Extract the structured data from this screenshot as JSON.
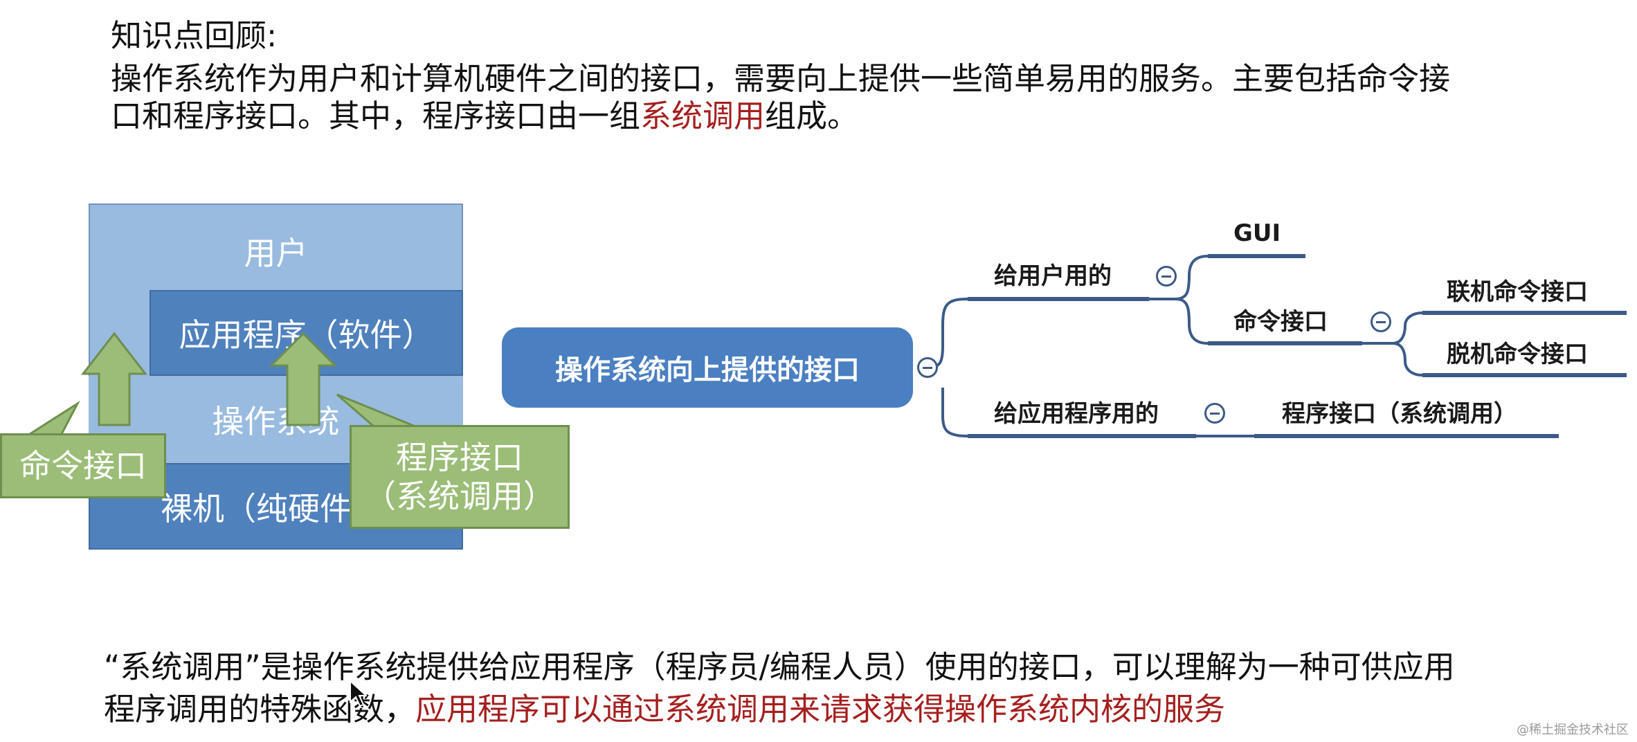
{
  "review": {
    "heading": "知识点回顾:",
    "para_line1": "操作系统作为用户和计算机硬件之间的接口，需要向上提供一些简单易用的服务。主要包括命令接",
    "para_line2_prefix": "口和程序接口。其中，程序接口由一组",
    "para_line2_highlight": "系统调用",
    "para_line2_suffix": "组成。"
  },
  "layers": {
    "user": "用户",
    "app": "应用程序（软件）",
    "os": "操作系统",
    "hardware": "裸机（纯硬件）",
    "command_callout": "命令接口",
    "program_callout_line1": "程序接口",
    "program_callout_line2": "（系统调用）"
  },
  "mindmap": {
    "root": "操作系统向上提供的接口",
    "branch_user": "给用户用的",
    "gui": "GUI",
    "command": "命令接口",
    "online": "联机命令接口",
    "offline": "脱机命令接口",
    "branch_app": "给应用程序用的",
    "program": "程序接口（系统调用）"
  },
  "footer": {
    "line1": "“系统调用”是操作系统提供给应用程序（程序员/编程人员）使用的接口，可以理解为一种可供应用",
    "line2_prefix": "程序调用的特殊函数，",
    "line2_highlight": "应用程序可以通过系统调用来请求获得操作系统内核的服务"
  },
  "watermark": "@稀土掘金技术社区",
  "colors": {
    "highlight_red": "#a51f1f",
    "layer_light_blue": "#99bbe0",
    "layer_dark_blue": "#4f81bd",
    "callout_green": "#9bbd77",
    "root_blue": "#4a7fc1",
    "branch_line": "#3c5a86"
  }
}
